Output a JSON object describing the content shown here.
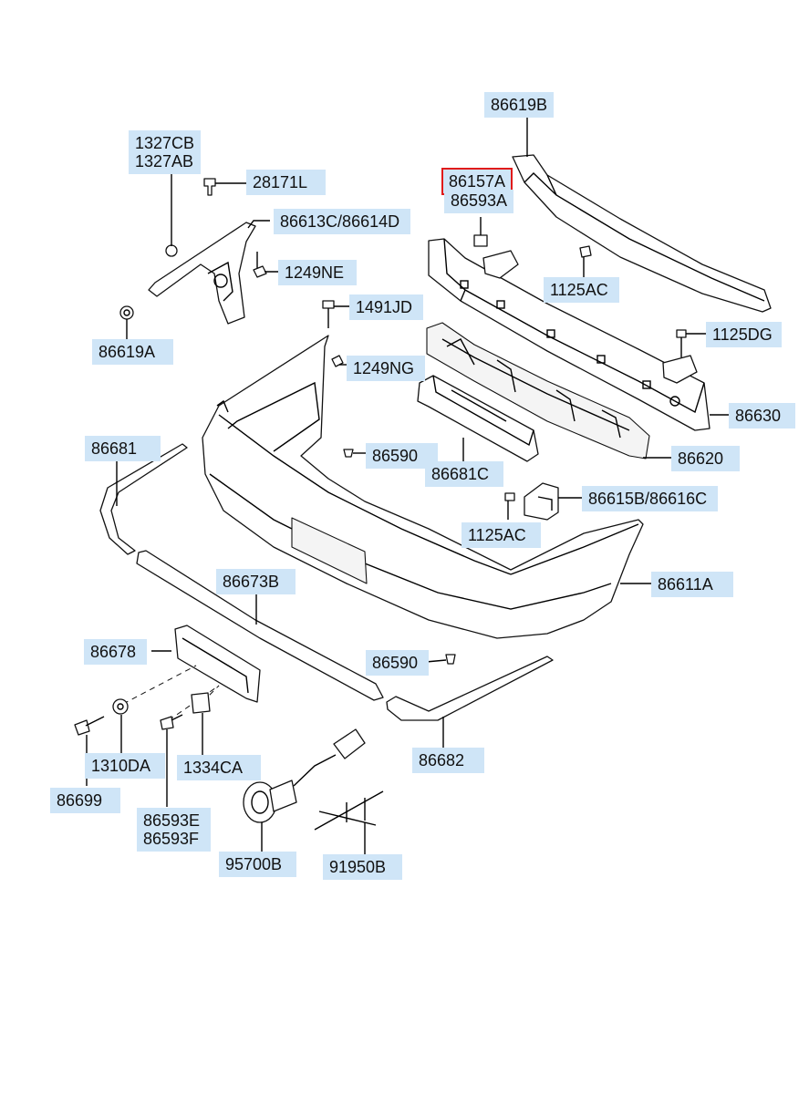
{
  "labels": {
    "p86619B": "86619B",
    "p86157A": "86157A",
    "p86593A": "86593A",
    "p1327CB": "1327CB",
    "p1327AB": "1327AB",
    "p28171L": "28171L",
    "p86613C": "86613C/86614D",
    "p1249NE": "1249NE",
    "p1125AC_top": "1125AC",
    "p86619A": "86619A",
    "p1491JD": "1491JD",
    "p1125DG": "1125DG",
    "p1249NG": "1249NG",
    "p86630": "86630",
    "p86681": "86681",
    "p86590_a": "86590",
    "p86620": "86620",
    "p86681C": "86681C",
    "p86615B": "86615B/86616C",
    "p1125AC_bot": "1125AC",
    "p86673B": "86673B",
    "p86611A": "86611A",
    "p86678": "86678",
    "p86590_b": "86590",
    "p1310DA": "1310DA",
    "p1334CA": "1334CA",
    "p86682": "86682",
    "p86699": "86699",
    "p86593E": "86593E",
    "p86593F": "86593F",
    "p95700B": "95700B",
    "p91950B": "91950B"
  },
  "highlight": {
    "part": "86157A",
    "color": "#e01b1b"
  },
  "colors": {
    "label_bg": "#cfe5f7"
  }
}
